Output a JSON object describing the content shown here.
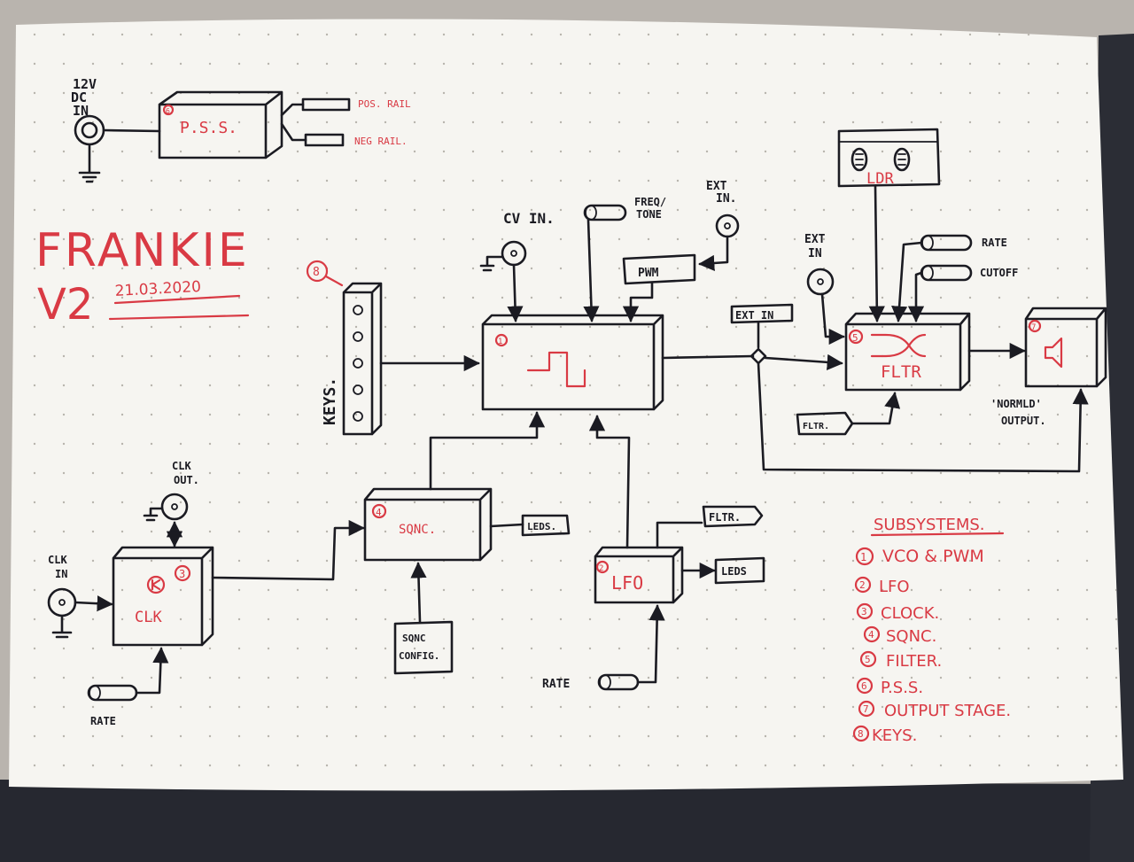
{
  "title": {
    "name": "FRANKIE",
    "version": "V2",
    "date": "21.03.2020"
  },
  "colors": {
    "ink": "#1b1b22",
    "accent_red": "#d93a44",
    "paper": "#f6f5f1"
  },
  "power": {
    "input_label_1": "12V",
    "input_label_2": "DC",
    "input_label_3": "IN",
    "pss_label": "P.S.S.",
    "pss_number": "6",
    "pos_rail": "POS. RAIL",
    "neg_rail": "NEG RAIL."
  },
  "vco": {
    "number": "1",
    "cv_in": "CV IN.",
    "freq_tone_1": "FREQ/",
    "freq_tone_2": "TONE",
    "ext_in_1": "EXT",
    "ext_in_2": "IN.",
    "pwm": "PWM"
  },
  "keys": {
    "label": "KEYS.",
    "number": "8"
  },
  "ext_in_tag": "EXT IN",
  "ldr": {
    "label": "LDR"
  },
  "filter": {
    "label": "FLTR",
    "number": "5",
    "ext_1": "EXT",
    "ext_2": "IN",
    "rate": "RATE",
    "cutoff": "CUTOFF",
    "fltr_tag": "FLTR."
  },
  "output": {
    "number": "7",
    "label_1": "'NORMLD'",
    "label_2": "OUTPUT."
  },
  "clock": {
    "label": "CLK",
    "number_red": "3",
    "clk_out_1": "CLK",
    "clk_out_2": "OUT.",
    "clk_in_1": "CLK",
    "clk_in_2": "IN",
    "rate": "RATE"
  },
  "sequencer": {
    "label": "SQNC.",
    "number": "4",
    "leds": "LEDS.",
    "config_1": "SQNC",
    "config_2": "CONFIG."
  },
  "lfo": {
    "label": "LFO",
    "number": "2",
    "fltr": "FLTR.",
    "leds": "LEDS",
    "rate": "RATE"
  },
  "subsystems": {
    "heading": "SUBSYSTEMS.",
    "items": [
      {
        "num": "1",
        "text": "VCO & PWM"
      },
      {
        "num": "2",
        "text": "LFO"
      },
      {
        "num": "3",
        "text": "CLOCK."
      },
      {
        "num": "4",
        "text": "SQNC."
      },
      {
        "num": "5",
        "text": "FILTER."
      },
      {
        "num": "6",
        "text": "P.S.S."
      },
      {
        "num": "7",
        "text": "OUTPUT STAGE."
      },
      {
        "num": "8",
        "text": "KEYS."
      }
    ]
  }
}
